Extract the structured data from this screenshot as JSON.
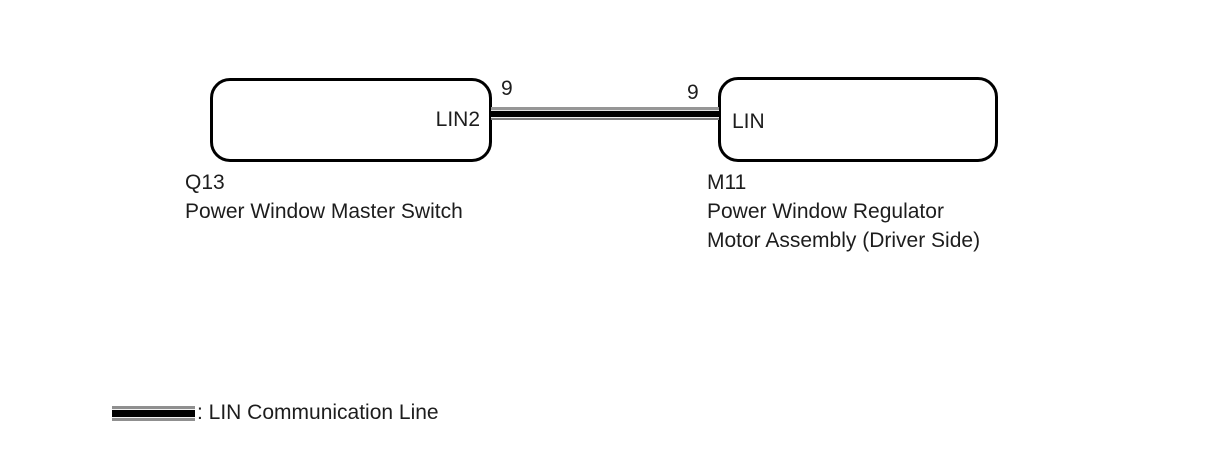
{
  "components": {
    "left": {
      "code": "Q13",
      "name_lines": [
        "Power Window Master Switch"
      ],
      "port_label": "LIN2",
      "pin_number": "9"
    },
    "right": {
      "code": "M11",
      "name_lines": [
        "Power Window Regulator",
        "Motor Assembly (Driver Side)"
      ],
      "port_label": "LIN",
      "pin_number": "9"
    }
  },
  "connection": {
    "type": "LIN Communication Line",
    "from_pin": "9",
    "to_pin": "9"
  },
  "legend": {
    "label": ": LIN Communication Line"
  },
  "colors": {
    "background": "#ffffff",
    "box_border": "#000000",
    "text": "#1d1d1d",
    "wire_black": "#000000",
    "wire_gray": "#949494"
  }
}
